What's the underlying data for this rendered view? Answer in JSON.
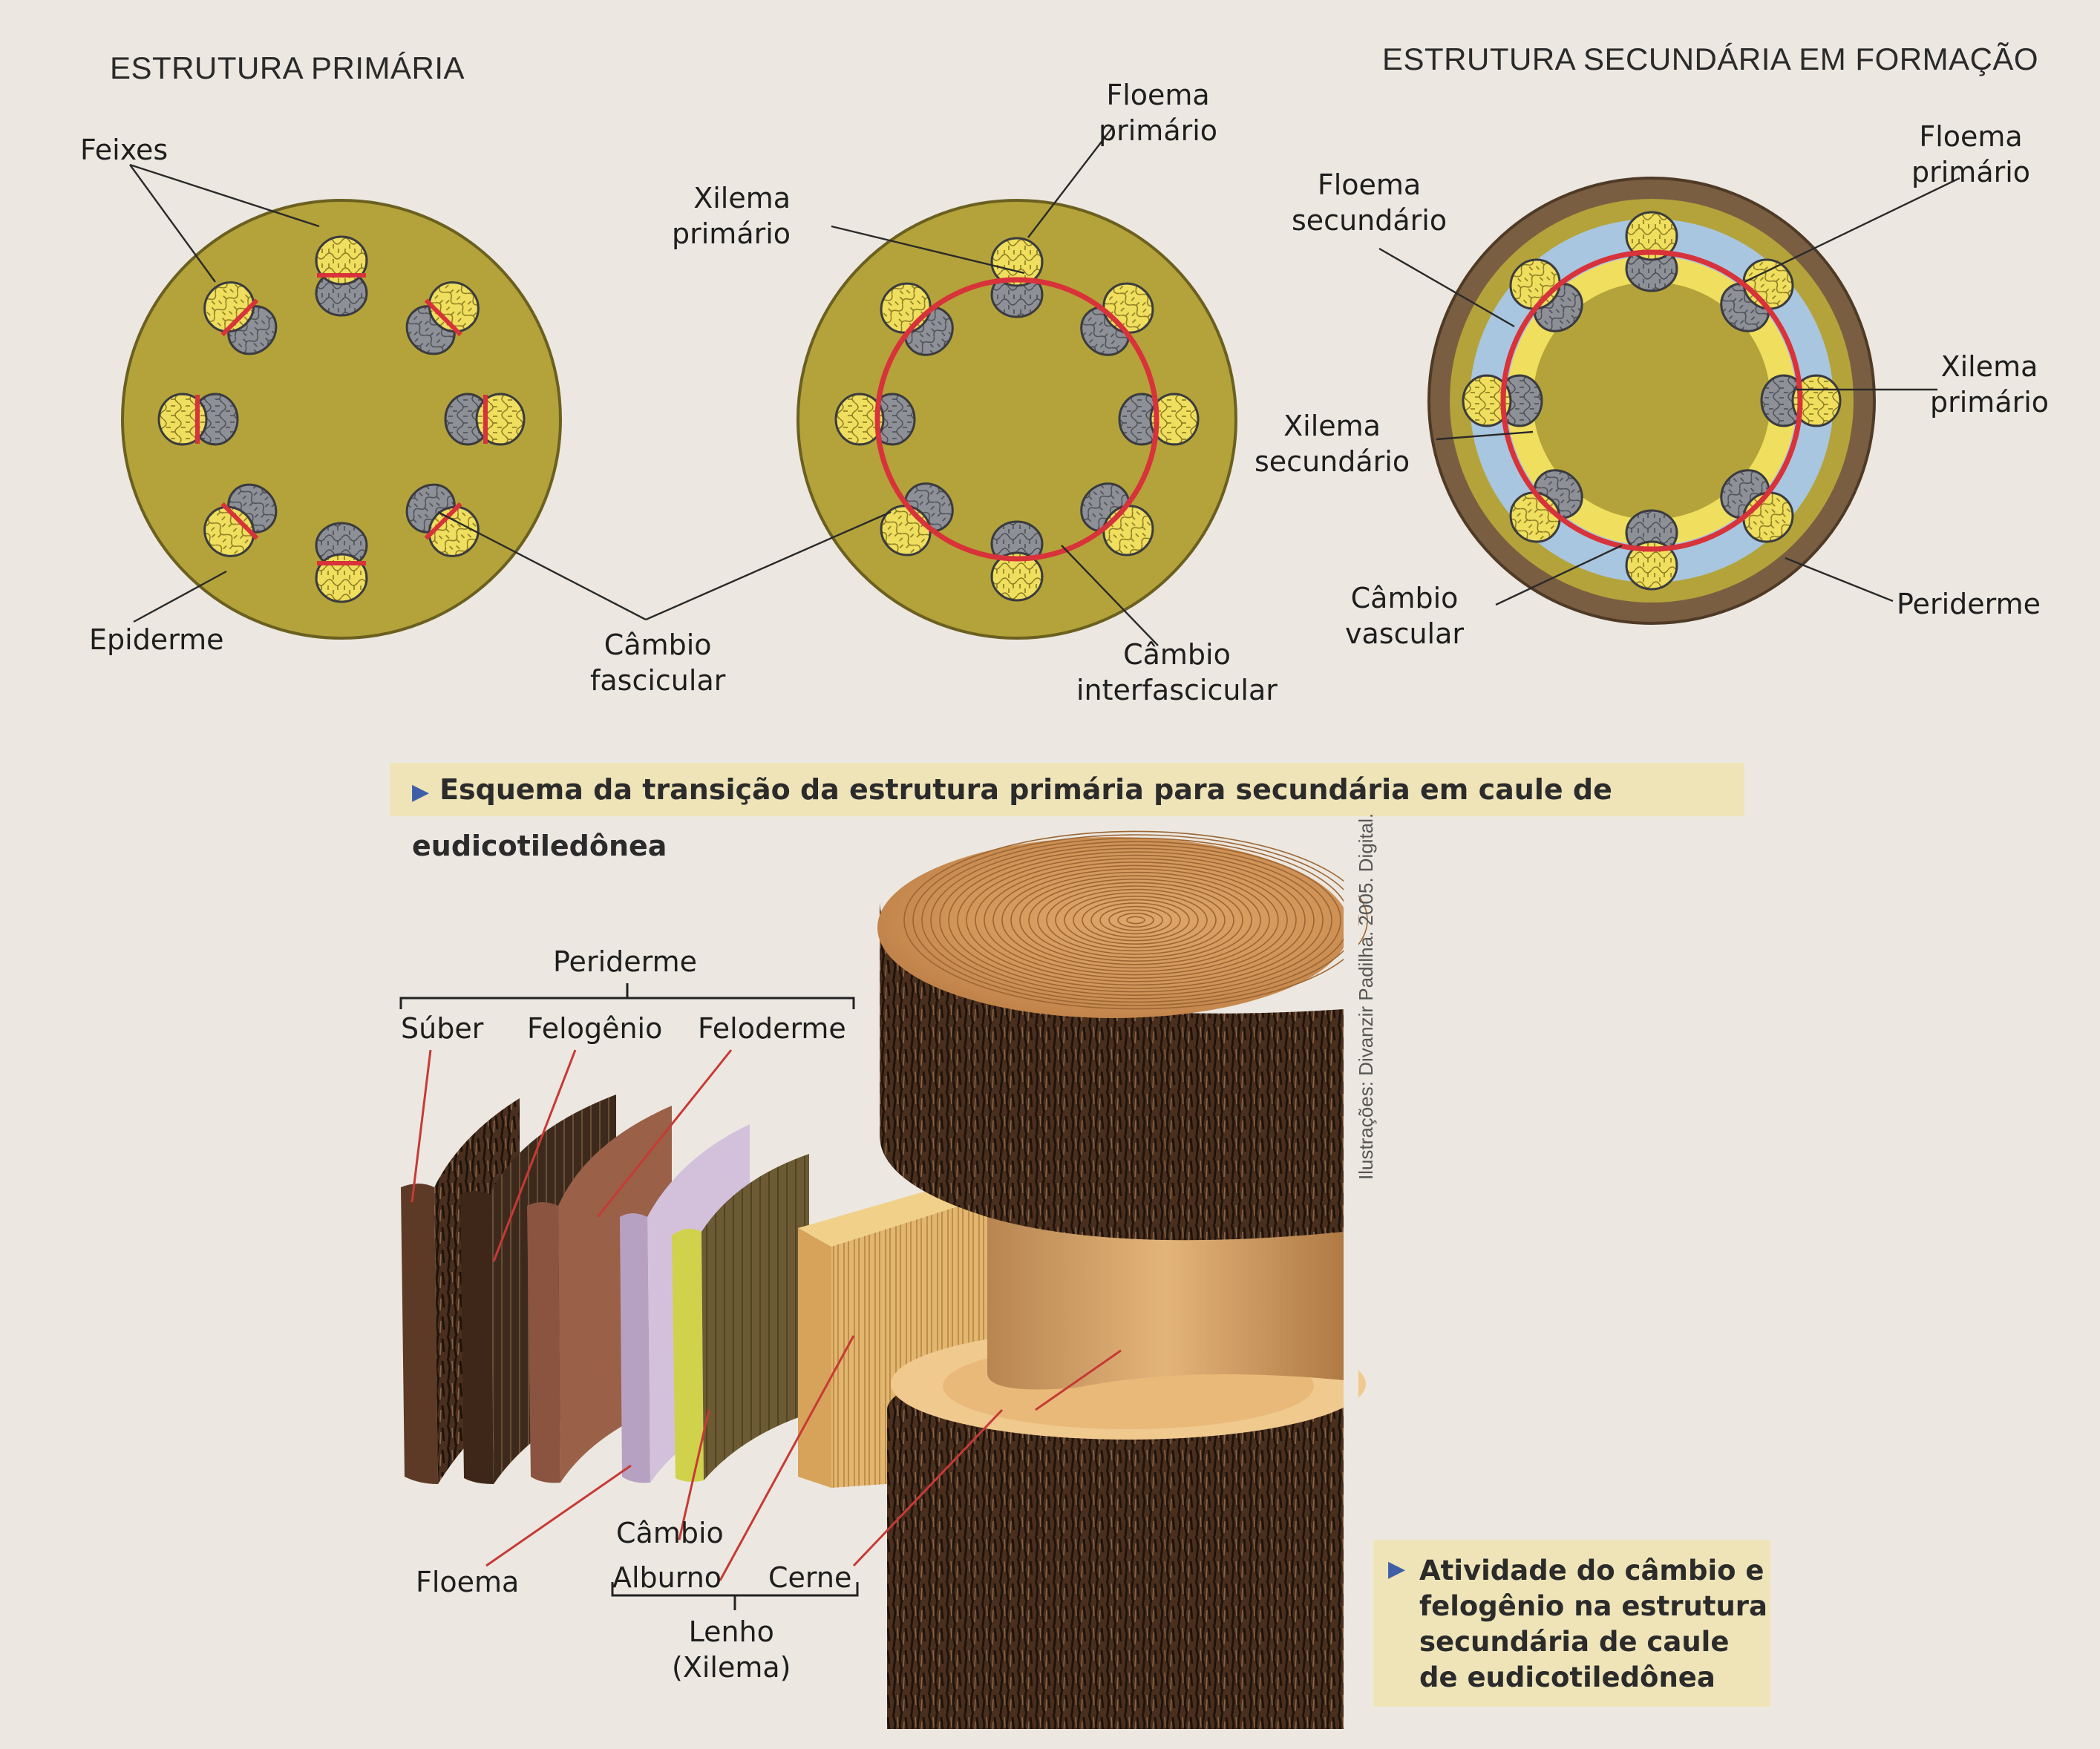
{
  "titles": {
    "primary": "ESTRUTURA PRIMÁRIA",
    "secondary": "ESTRUTURA SECUNDÁRIA EM FORMAÇÃO"
  },
  "labels": {
    "feixes": "Feixes",
    "epiderme": "Epiderme",
    "cambio_fascicular": "Câmbio\nfascicular",
    "floema_primario_1": "Floema\nprimário",
    "xilema_primario_1": "Xilema\nprimário",
    "cambio_interfascicular": "Câmbio\ninterfascicular",
    "floema_primario_2": "Floema\nprimário",
    "floema_secundario": "Floema\nsecundário",
    "xilema_primario_2": "Xilema\nprimário",
    "xilema_secundario": "Xilema\nsecundário",
    "cambio_vascular": "Câmbio\nvascular",
    "periderme_top": "Periderme",
    "periderme_block": "Periderme",
    "suber": "Súber",
    "felogenio": "Felogênio",
    "feloderme": "Feloderme",
    "floema": "Floema",
    "cambio": "Câmbio",
    "alburno": "Alburno",
    "cerne": "Cerne",
    "lenho": "Lenho\n(Xilema)"
  },
  "captions": {
    "top": "Esquema da transição da estrutura primária para secundária em caule de eudicotiledônea",
    "bottom": "Atividade do câmbio e\nfelogênio na estrutura\nsecundária de caule\nde eudicotiledônea"
  },
  "credit": "Ilustrações: Divanzir Padilha. 2005. Digital.",
  "colors": {
    "ground": "#b4a33a",
    "xylem": "#f0df5e",
    "phloem": "#8d9096",
    "cambium": "#d8323a",
    "periderm": "#7a5e42",
    "sec_phloem": "#a8c6e0",
    "caption_bg": "#efe4b8"
  }
}
